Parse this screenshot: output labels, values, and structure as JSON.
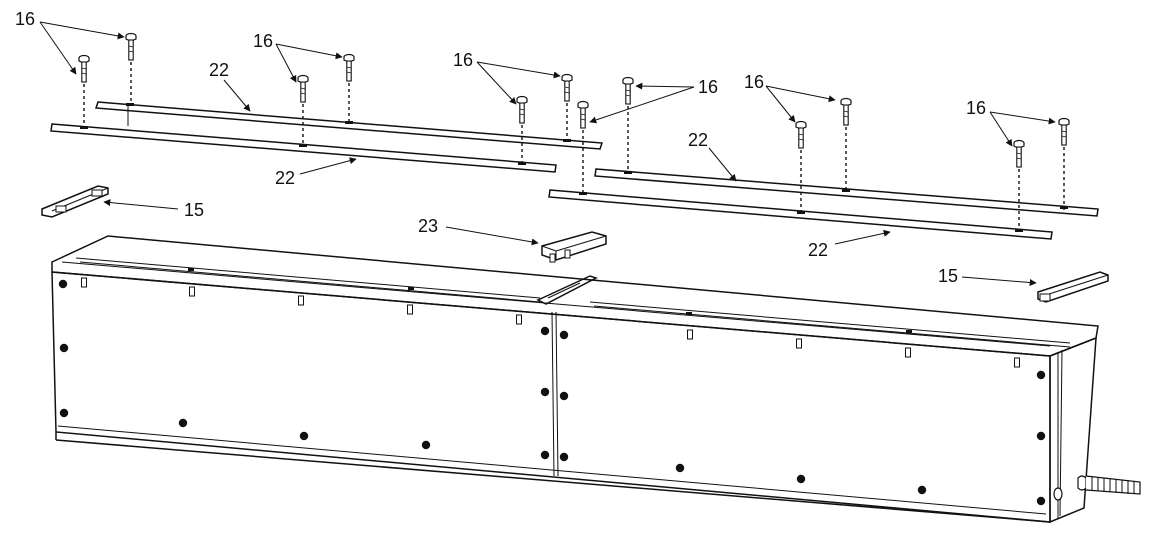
{
  "callouts": {
    "screw": "16",
    "rail": "22",
    "end_cap": "15",
    "joint_cover": "23"
  }
}
